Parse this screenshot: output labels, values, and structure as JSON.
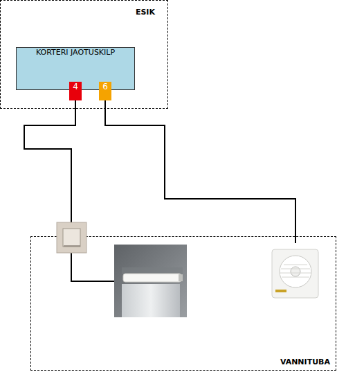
{
  "diagram": {
    "nodes": [
      {
        "text": [
          "ESIK"
        ]
      },
      {
        "text": [
          "KORTERI JAOTUSKILP"
        ],
        "in": 0
      },
      {
        "text": [
          "4"
        ],
        "in": 1
      },
      {
        "text": [
          "6"
        ],
        "in": 1
      },
      {
        "text": [
          "VANNITUBA"
        ]
      }
    ]
  }
}
